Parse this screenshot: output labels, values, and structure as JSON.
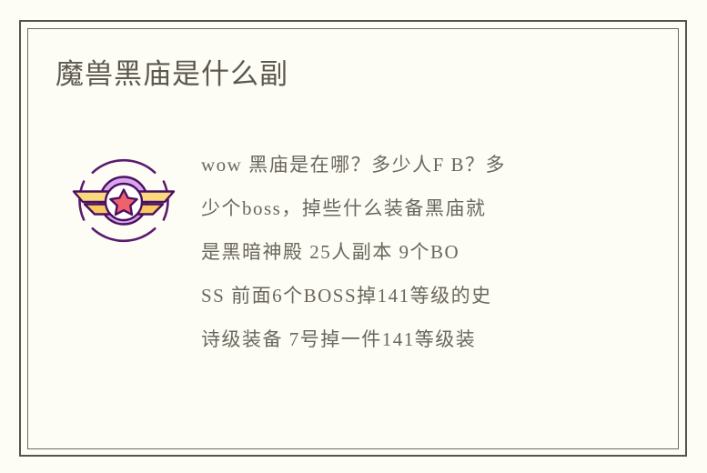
{
  "page": {
    "background_color": "#fdfdf6",
    "frame_outer_color": "#585449",
    "frame_inner_color": "#6d6a60"
  },
  "header": {
    "title": "魔兽黑庙是什么副",
    "title_color": "#5d594e"
  },
  "badge": {
    "icon_name": "winged-star-badge-icon",
    "ring_color": "#5b1a6e",
    "outline_color": "#4b1160",
    "dome_color": "#d9a6ee",
    "wing_color": "#fad97e",
    "wing_shade_color": "#f7c95f",
    "center_disc_color": "#ffffff",
    "star_color": "#f0616e"
  },
  "answer": {
    "text_color": "#6b675c",
    "lines": [
      "wow 黑庙是在哪？多少人F B？多",
      "少个boss，掉些什么装备黑庙就",
      "是黑暗神殿  25人副本  9个BO",
      "SS  前面6个BOSS掉141等级的史",
      "诗级装备  7号掉一件141等级装"
    ]
  }
}
